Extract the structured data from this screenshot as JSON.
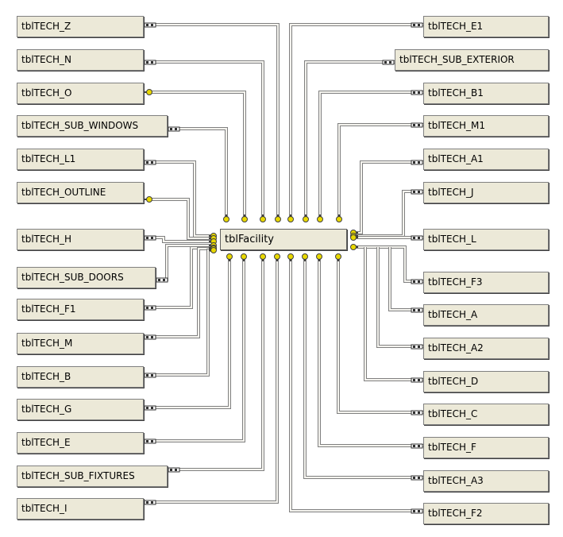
{
  "diagram": {
    "center_table": "tblFacility",
    "left_tables": [
      "tblTECH_Z",
      "tblTECH_N",
      "tblTECH_O",
      "tblTECH_SUB_WINDOWS",
      "tblTECH_L1",
      "tblTECH_OUTLINE",
      "tblTECH_H",
      "tblTECH_SUB_DOORS",
      "tblTECH_F1",
      "tblTECH_M",
      "tblTECH_B",
      "tblTECH_G",
      "tblTECH_E",
      "tblTECH_SUB_FIXTURES",
      "tblTECH_I"
    ],
    "right_tables": [
      "tblTECH_E1",
      "tblTECH_SUB_EXTERIOR",
      "tblTECH_B1",
      "tblTECH_M1",
      "tblTECH_A1",
      "tblTECH_J",
      "tblTECH_L",
      "tblTECH_F3",
      "tblTECH_A",
      "tblTECH_A2",
      "tblTECH_D",
      "tblTECH_C",
      "tblTECH_F",
      "tblTECH_A3",
      "tblTECH_F2"
    ],
    "colors": {
      "box_fill": "#ece9d8",
      "box_border": "#808080",
      "line": "#808080",
      "key_icon": "#e8d800"
    }
  }
}
